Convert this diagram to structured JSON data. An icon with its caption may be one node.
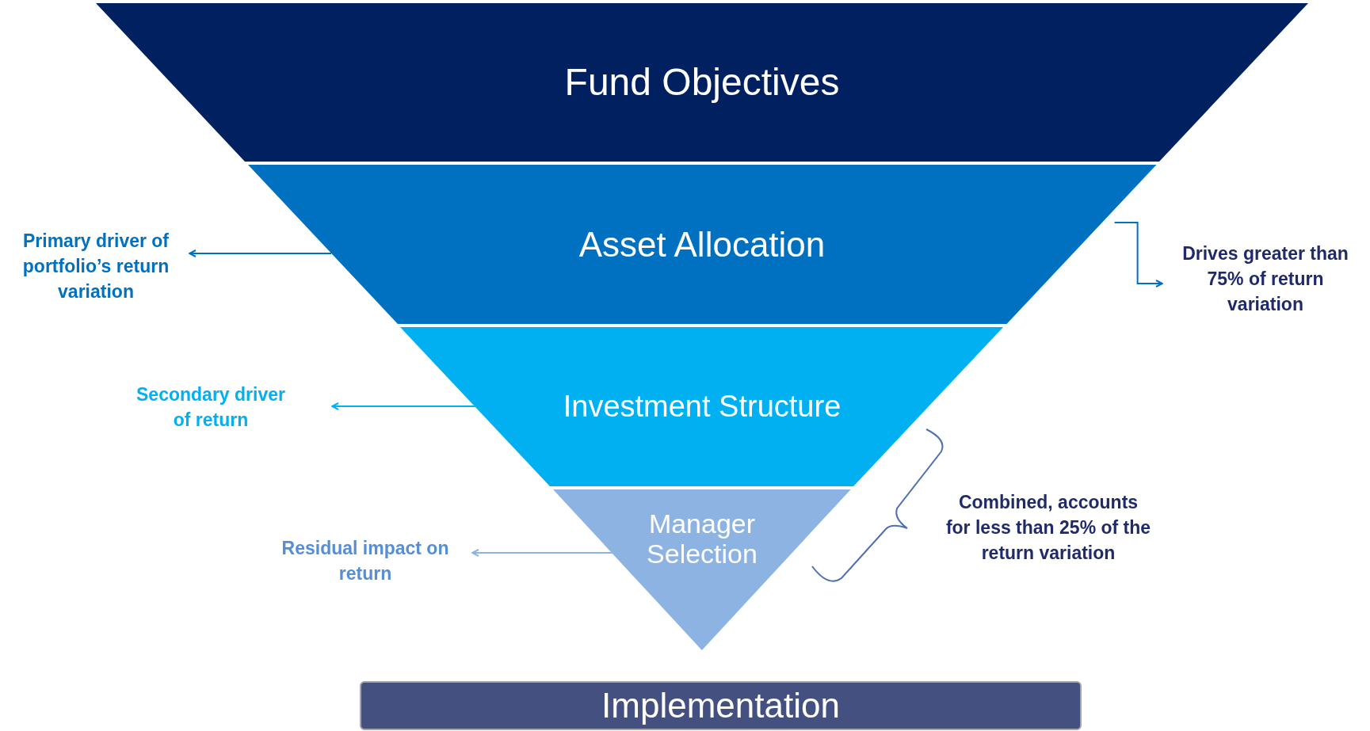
{
  "diagram": {
    "nodes": [
      {
        "text": [
          "Fund Objectives"
        ]
      },
      {
        "text": [
          "Asset Allocation"
        ]
      },
      {
        "text": [
          "Investment Structure"
        ]
      },
      {
        "text": [
          "Manager Selection"
        ]
      },
      {
        "text": [
          "Implementation"
        ]
      },
      {
        "text": [
          "Primary driver of portfolio’s return variation"
        ]
      },
      {
        "text": [
          "Secondary driver of return"
        ]
      },
      {
        "text": [
          "Residual impact on return"
        ]
      },
      {
        "text": [
          "Drives greater than 75% of return variation"
        ]
      }
    ],
    "edges": [
      {
        "from": 1,
        "to": 5,
        "arrow": "to",
        "color": "#0070c0"
      },
      {
        "from": 2,
        "to": 6,
        "arrow": "to",
        "color": "#00b0f0"
      },
      {
        "from": 3,
        "to": 7,
        "arrow": "to",
        "color": "#8db3e2"
      },
      {
        "from": 1,
        "to": 8,
        "arrow": "to",
        "color": "#0070c0"
      }
    ],
    "labels": [
      "Combined, accounts for less than 25% of the return variation"
    ]
  }
}
